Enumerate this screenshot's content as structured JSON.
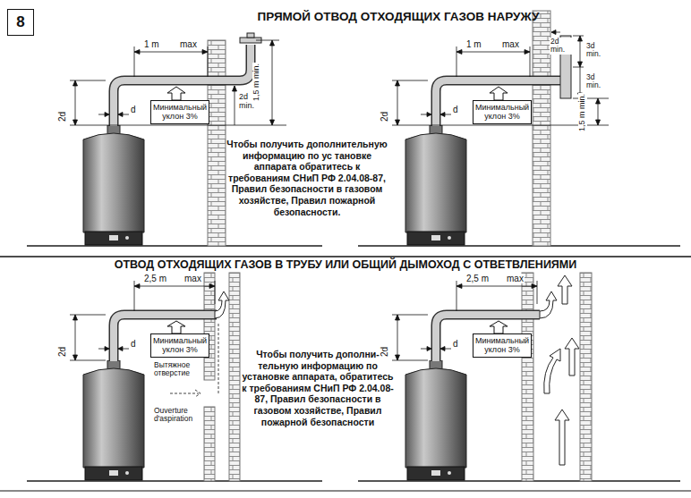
{
  "diagram": {
    "title": "ПРЯМОЙ ОТВОД ОТХОДЯЩИХ ГАЗОВ НАРУЖУ",
    "nodes": [
      {
        "text": [
          "8"
        ]
      },
      {
        "text": [
          "Минимальный уклон 3%"
        ]
      },
      {
        "text": [
          "Минимальный уклон 3%"
        ]
      },
      {
        "text": [
          "Минимальный уклон 3%"
        ]
      },
      {
        "text": [
          "Минимальный уклон 3%"
        ]
      }
    ],
    "labels": [
      "1 m",
      "max",
      "2d",
      "d",
      "2d min.",
      "1,5 m min.",
      "Чтобы получить дополнительную информацию по ус тановке аппарата обратитесь к требованиям СНиП РФ 2.04.08-87, Правил безопасности в газовом хозяйстве, Правил пожарной безопасности.",
      "1 m",
      "max",
      "2d",
      "d",
      "2d min.",
      "3d min.",
      "3d min.",
      "1,5 m min.",
      "ОТВОД ОТХОДЯЩИХ ГАЗОВ В ТРУБУ ИЛИ ОБЩИЙ ДЫМОХОД С ОТВЕТВЛЕНИЯМИ",
      "2,5 m",
      "max",
      "2d",
      "d",
      "Вытяжное отверстие",
      "Ouverture d'aspiration",
      "Чтобы получить дополни-тельную информацию по установке аппарата, обратитесь к требованиям СНиП РФ 2.04.08-87, Правил безопасности в газовом хозяйстве, Правил пожарной безопасности",
      "2,5 m",
      "max",
      "2d",
      "d"
    ]
  }
}
